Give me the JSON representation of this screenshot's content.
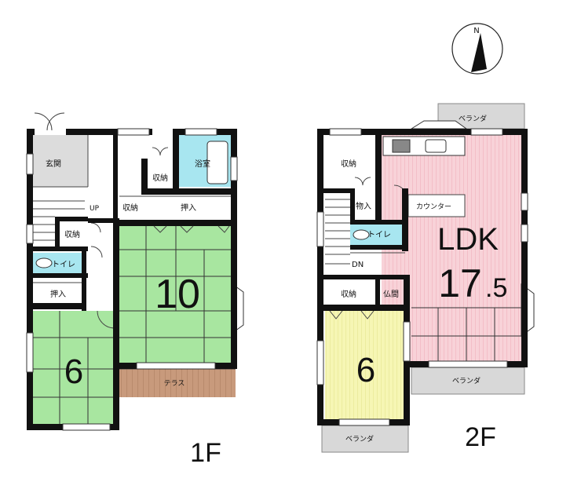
{
  "floors": {
    "first": {
      "label": "1F",
      "rooms": {
        "genkan": "玄関",
        "bathroom": "浴室",
        "storage_bath": "収納",
        "stairs_up": "UP",
        "storage_hall": "収納",
        "oshiire_10": "押入",
        "storage_left": "収納",
        "toilet": "トイレ",
        "oshiire_6": "押入",
        "washitsu_10": "10",
        "washitsu_6": "6",
        "terrace": "テラス"
      }
    },
    "second": {
      "label": "2F",
      "rooms": {
        "storage_top": "収納",
        "monoire": "物入",
        "counter": "カウンター",
        "toilet": "トイレ",
        "stairs_down": "DN",
        "storage_6": "収納",
        "butsuma": "仏間",
        "room_6": "6",
        "ldk_label": "LDK",
        "ldk_size_main": "17",
        "ldk_size_decimal": ".5",
        "veranda_top": "ベランダ",
        "veranda_right": "ベランダ",
        "veranda_bottom": "ベランダ"
      }
    }
  },
  "compass": {
    "north_label": "N"
  },
  "colors": {
    "wall": "#111111",
    "genkan": "#dcdcdc",
    "bath": "#a8e6f0",
    "toilet": "#a8e6f0",
    "washitsu": "#a8e6a0",
    "yellow_room": "#f6f6b4",
    "ldk": "#f8d2d8",
    "terrace": "#c89a7c",
    "veranda": "#d8d8d8"
  }
}
